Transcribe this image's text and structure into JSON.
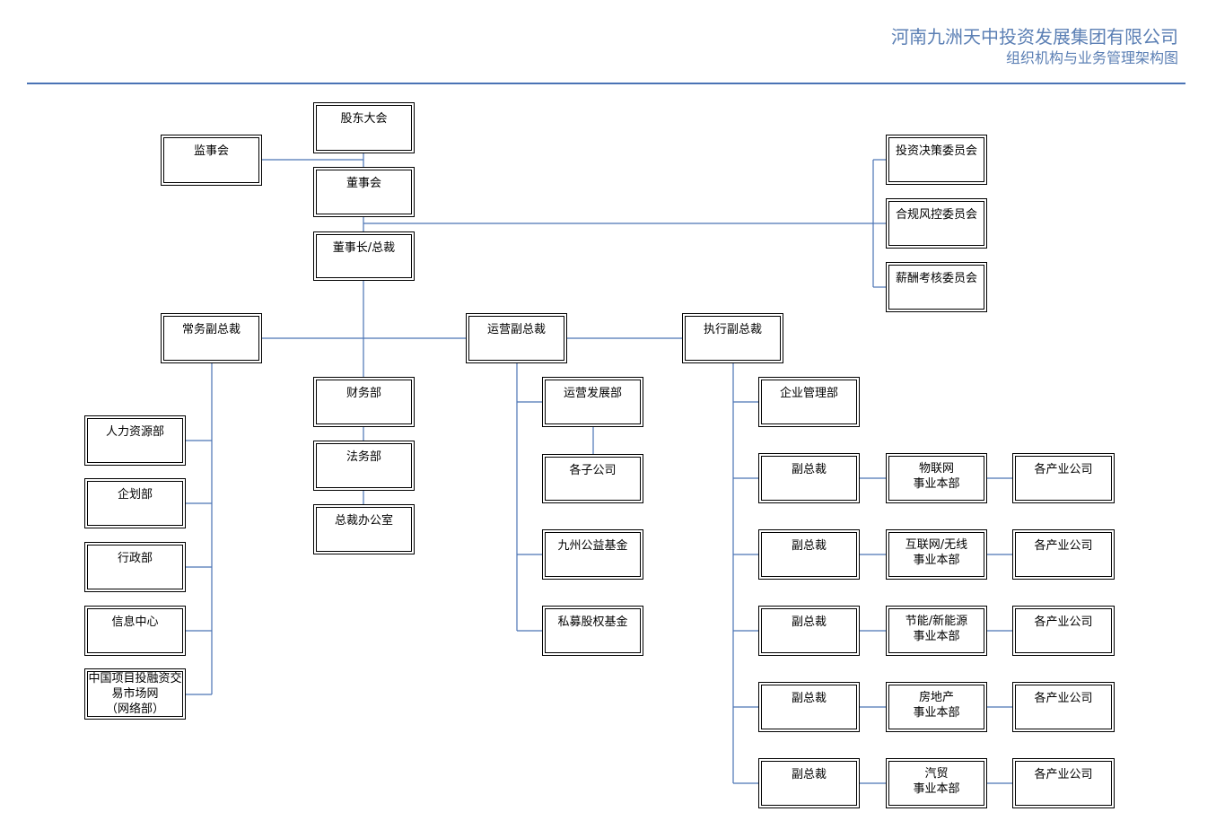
{
  "header": {
    "company": "河南九洲天中投资发展集团有限公司",
    "subtitle": "组织机构与业务管理架构图"
  },
  "colors": {
    "accent": "#5b7fb4",
    "line": "#4a73b5",
    "box_border": "#000000"
  },
  "org": {
    "shareholders": "股东大会",
    "supervisors": "监事会",
    "board": "董事会",
    "chairman": "董事长/总裁",
    "committees": [
      "投资决策委员会",
      "合规风控委员会",
      "薪酬考核委员会"
    ],
    "vp_standing": "常务副总裁",
    "vp_operations": "运营副总裁",
    "vp_executive": "执行副总裁",
    "center_depts": [
      "财务部",
      "法务部",
      "总裁办公室"
    ],
    "standing_depts": [
      "人力资源部",
      "企划部",
      "行政部",
      "信息中心",
      "中国项目投融资交\n易市场网\n（网络部）"
    ],
    "ops_dev": "运营发展部",
    "subsidiaries": "各子公司",
    "ops_funds": [
      "九州公益基金",
      "私募股权基金"
    ],
    "enterprise_mgmt": "企业管理部",
    "business_units": [
      {
        "vp": "副总裁",
        "unit": "物联网\n事业本部",
        "companies": "各产业公司"
      },
      {
        "vp": "副总裁",
        "unit": "互联网/无线\n事业本部",
        "companies": "各产业公司"
      },
      {
        "vp": "副总裁",
        "unit": "节能/新能源\n事业本部",
        "companies": "各产业公司"
      },
      {
        "vp": "副总裁",
        "unit": "房地产\n事业本部",
        "companies": "各产业公司"
      },
      {
        "vp": "副总裁",
        "unit": "汽贸\n事业本部",
        "companies": "各产业公司"
      }
    ]
  }
}
